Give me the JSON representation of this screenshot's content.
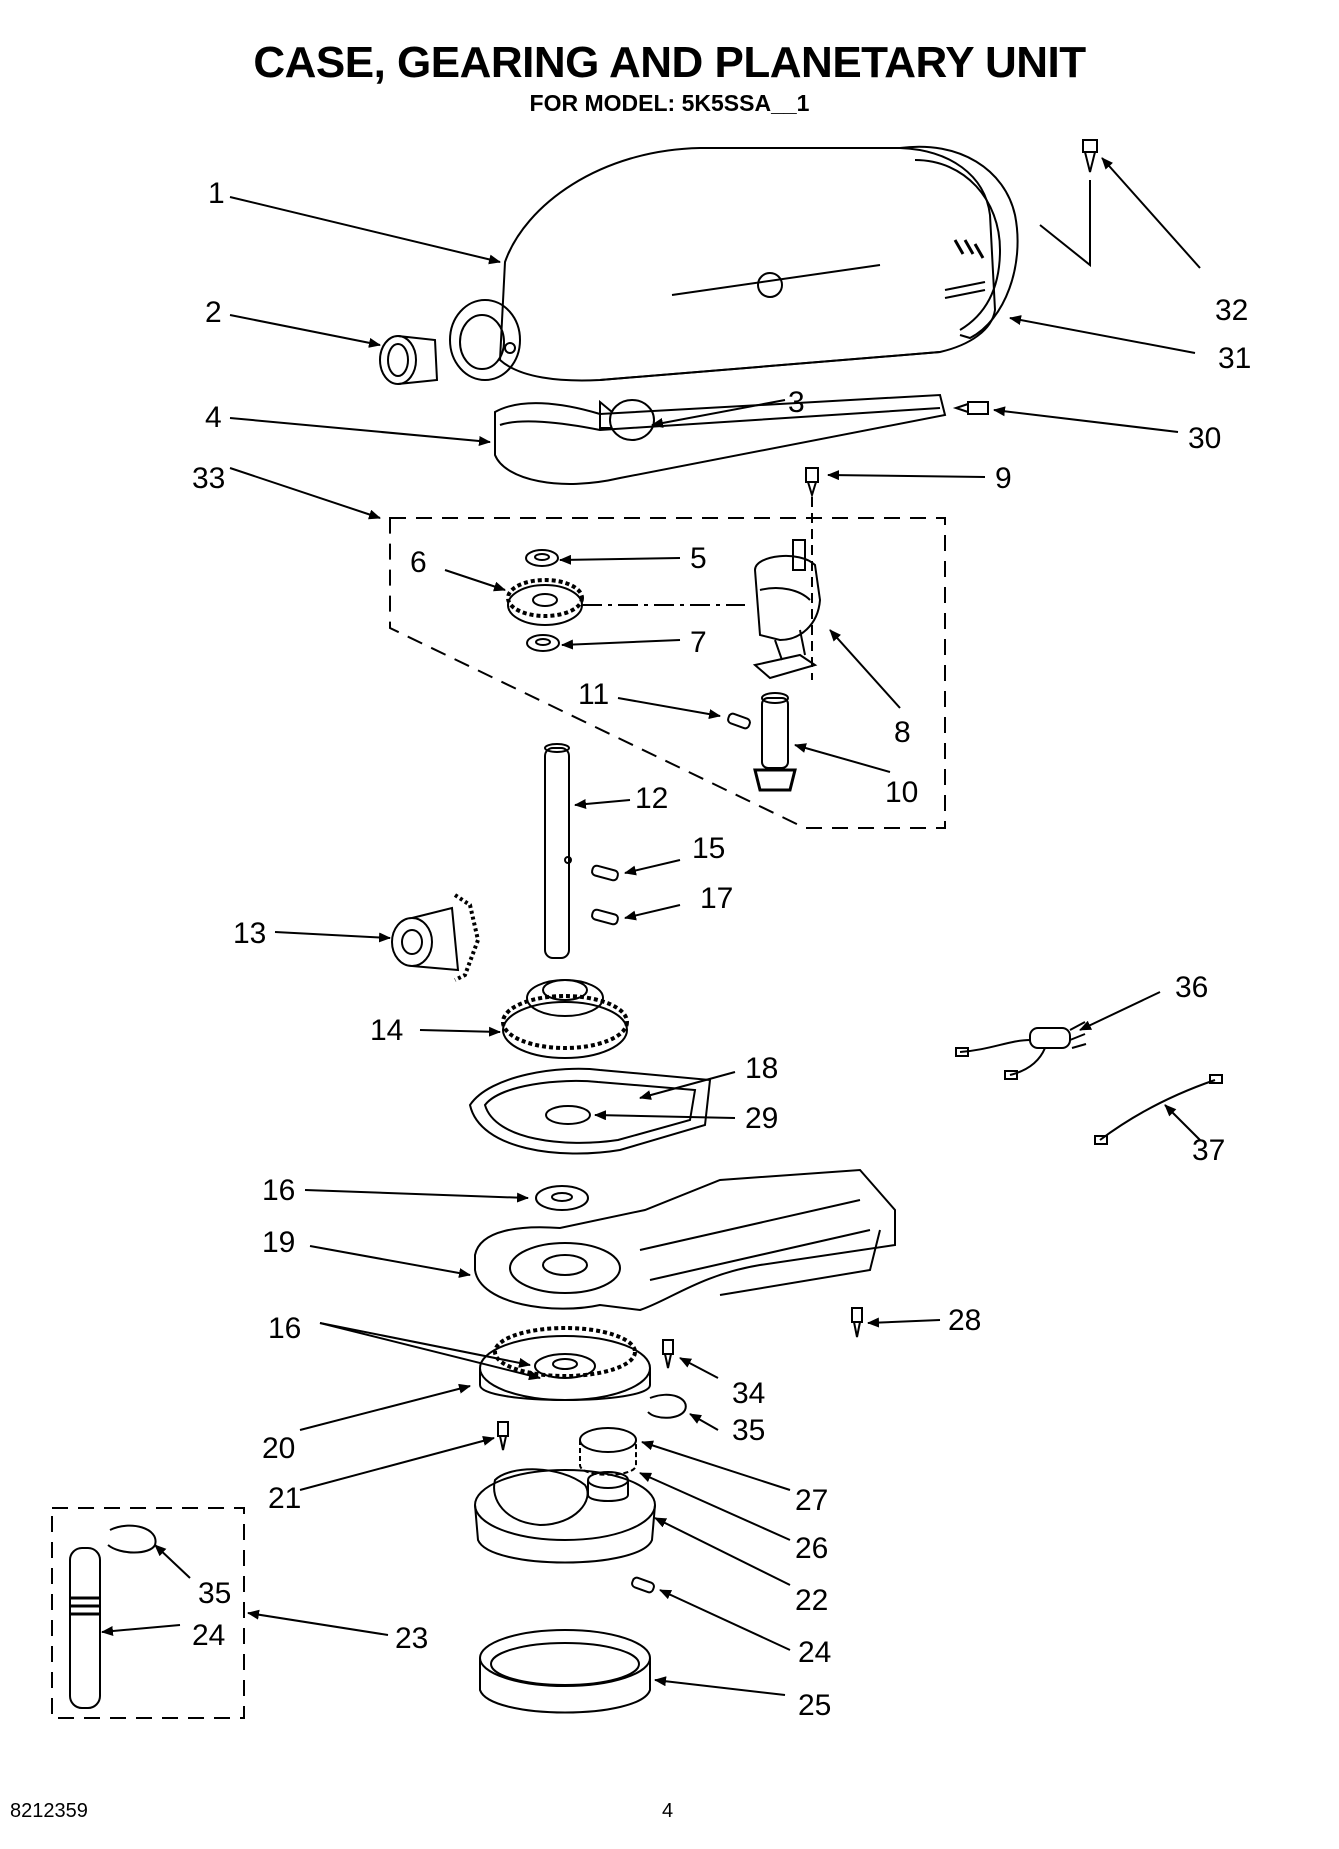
{
  "title": "CASE, GEARING AND PLANETARY UNIT",
  "subtitle": "FOR MODEL: 5K5SSA__1",
  "footer": {
    "document_number": "8212359",
    "page_number": "4"
  },
  "callouts": [
    "1",
    "2",
    "3",
    "4",
    "5",
    "6",
    "7",
    "8",
    "9",
    "10",
    "11",
    "12",
    "13",
    "14",
    "15",
    "16",
    "17",
    "18",
    "19",
    "20",
    "21",
    "22",
    "23",
    "24",
    "25",
    "26",
    "27",
    "28",
    "29",
    "30",
    "31",
    "32",
    "33",
    "34",
    "35",
    "36",
    "37"
  ]
}
